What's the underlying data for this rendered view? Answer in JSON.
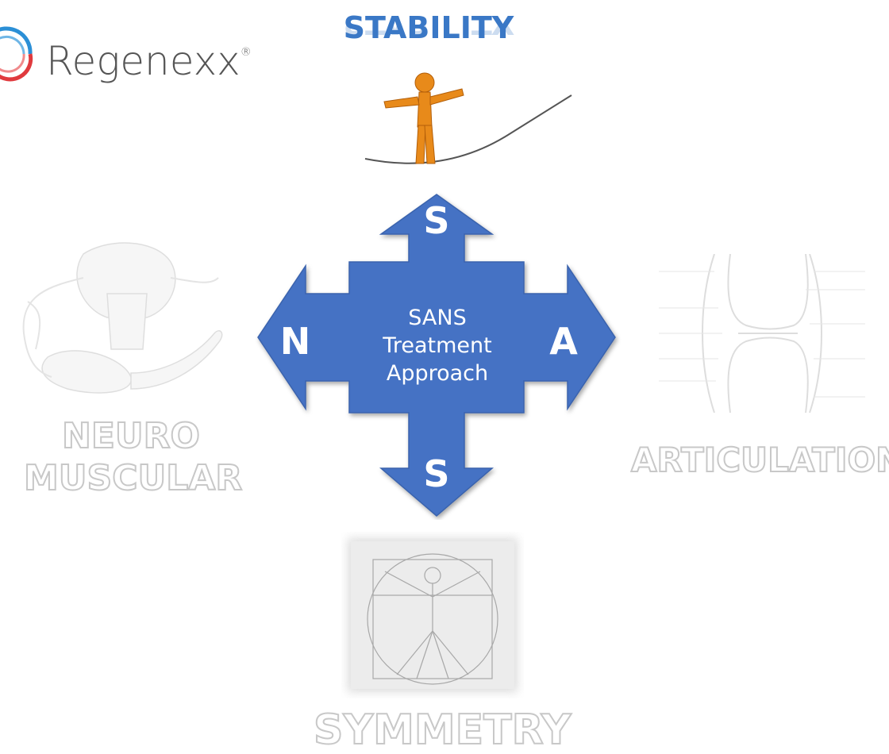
{
  "logo": {
    "text": "Regenexx",
    "mark": "®"
  },
  "heading_top": "STABILITY",
  "heading_left_line1": "NEURO",
  "heading_left_line2": "MUSCULAR",
  "heading_right": "ARTICULATION",
  "heading_bottom": "SYMMETRY",
  "center": {
    "line1": "SANS",
    "line2": "Treatment",
    "line3": "Approach"
  },
  "arrows": {
    "top": "S",
    "left": "N",
    "right": "A",
    "bottom": "S"
  },
  "colors": {
    "arrow_blue": "#4472c4",
    "heading_blue": "#3a78c6",
    "figure_orange": "#e88a1a",
    "logo_red": "#e03a3e",
    "logo_blue": "#2b8fd6"
  }
}
